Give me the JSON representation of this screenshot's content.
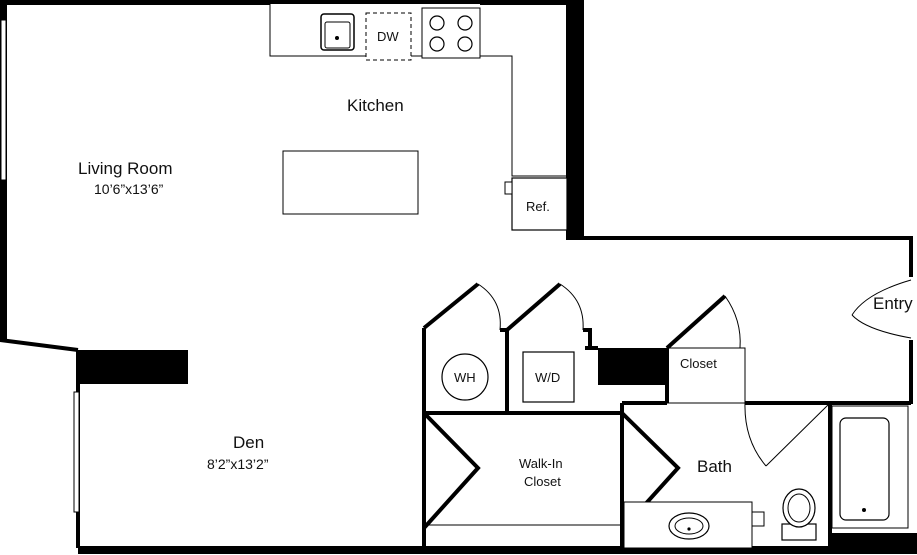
{
  "rooms": {
    "kitchen": "Kitchen",
    "living": {
      "name": "Living Room",
      "dims": "10’6”x13’6”"
    },
    "den": {
      "name": "Den",
      "dims": "8’2”x13’2”"
    },
    "walkin": {
      "line1": "Walk-In",
      "line2": "Closet"
    },
    "bath": "Bath",
    "entry": "Entry",
    "closet": "Closet"
  },
  "fixtures": {
    "dishwasher": "DW",
    "refrigerator": "Ref.",
    "water_heater": "WH",
    "washer_dryer": "W/D"
  }
}
